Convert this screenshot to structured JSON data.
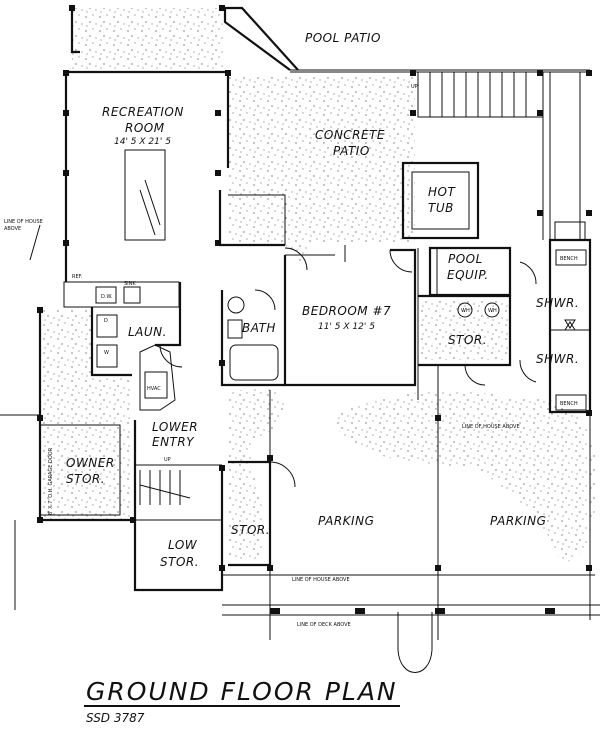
{
  "labels": {
    "pool_patio": "POOL PATIO",
    "recreation_room": "RECREATION",
    "recreation_room_2": "ROOM",
    "recreation_dims": "14' 5 X 21' 5",
    "concrete": "CONCRETE",
    "patio": "PATIO",
    "hot": "HOT",
    "tub": "TUB",
    "line_of_house": "LINE OF HOUSE",
    "above": "ABOVE",
    "pool": "POOL",
    "equip": "EQUIP.",
    "bedroom": "BEDROOM #7",
    "bedroom_dims": "11' 5 X 12' 5",
    "laun": "LAUN.",
    "bath": "BATH",
    "stor": "STOR.",
    "shwr1": "SHWR.",
    "shwr2": "SHWR.",
    "bench1": "BENCH",
    "bench2": "BENCH",
    "lower": "LOWER",
    "entry": "ENTRY",
    "owner": "OWNER",
    "owner_stor": "STOR.",
    "stor_small": "STOR.",
    "parking1": "PARKING",
    "parking2": "PARKING",
    "low": "LOW",
    "low_stor": "STOR.",
    "line_house_right": "LINE OF HOUSE ABOVE",
    "line_house_bottom": "LINE OF HOUSE ABOVE",
    "line_deck_bottom": "LINE OF DECK ABOVE",
    "garage_door": "8' X 7' O.H. GARAGE DOOR",
    "ref": "REF.",
    "sink": "SINK",
    "dw": "D.W.",
    "hvac": "HVAC",
    "wh1": "WH",
    "wh2": "WH",
    "up1": "UP",
    "up2": "UP",
    "d": "D",
    "w": "W"
  },
  "title": "GROUND FLOOR PLAN",
  "subtitle": "SSD 3787"
}
